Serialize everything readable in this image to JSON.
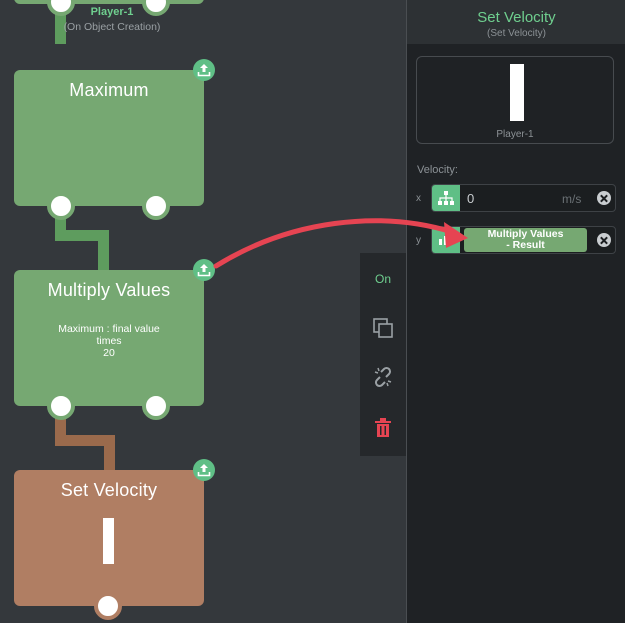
{
  "canvas": {
    "top_node": {
      "object_name": "Player-1",
      "trigger": "(On Object Creation)"
    },
    "nodes": [
      {
        "title": "Maximum",
        "description": []
      },
      {
        "title": "Multiply Values",
        "description": [
          "Maximum : final value",
          "times",
          "20"
        ]
      },
      {
        "title": "Set Velocity",
        "description": []
      }
    ]
  },
  "toolbar": {
    "on_label": "On",
    "items": [
      "duplicate-icon",
      "unlink-icon",
      "trash-icon"
    ]
  },
  "panel": {
    "title": "Set Velocity",
    "subtitle": "(Set Velocity)",
    "preview_name": "Player-1",
    "velocity_label": "Velocity:",
    "x": {
      "axis": "x",
      "value": "0",
      "unit": "m/s"
    },
    "y": {
      "axis": "y",
      "line1": "Multiply Values",
      "line2": "- Result"
    }
  },
  "colors": {
    "accent": "#6fcf8f",
    "node_green": "#76a872",
    "node_brown": "#b07e63",
    "arrow": "#e64452"
  }
}
